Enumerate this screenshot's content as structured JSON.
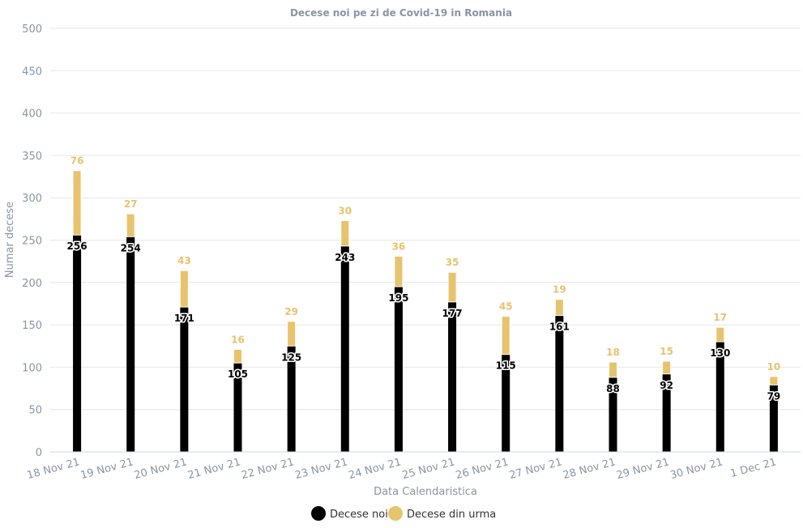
{
  "chart_data": {
    "type": "bar",
    "stacked": true,
    "title": "Decese noi pe zi de Covid-19 in Romania",
    "xlabel": "Data Calendaristica",
    "ylabel": "Numar decese",
    "ylim": [
      0,
      500
    ],
    "yticks": [
      0,
      50,
      100,
      150,
      200,
      250,
      300,
      350,
      400,
      450,
      500
    ],
    "grid": true,
    "legend_position": "bottom",
    "categories": [
      "18 Nov 21",
      "19 Nov 21",
      "20 Nov 21",
      "21 Nov 21",
      "22 Nov 21",
      "23 Nov 21",
      "24 Nov 21",
      "25 Nov 21",
      "26 Nov 21",
      "27 Nov 21",
      "28 Nov 21",
      "29 Nov 21",
      "30 Nov 21",
      "1 Dec 21"
    ],
    "series": [
      {
        "name": "Decese noi",
        "color": "#000000",
        "values": [
          256,
          254,
          171,
          105,
          125,
          243,
          195,
          177,
          115,
          161,
          88,
          92,
          130,
          79
        ]
      },
      {
        "name": "Decese din urma",
        "color": "#e8c36e",
        "values": [
          76,
          27,
          43,
          16,
          29,
          30,
          36,
          35,
          45,
          19,
          18,
          15,
          17,
          10
        ]
      }
    ]
  }
}
